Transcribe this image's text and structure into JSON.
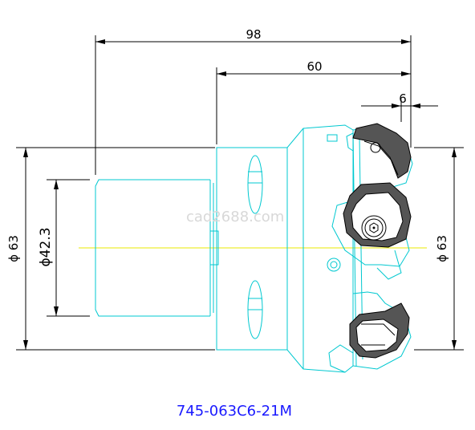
{
  "dimensions": {
    "overall_length": "98",
    "body_length": "60",
    "insert_offset": "6",
    "left_diameter": "ϕ  63",
    "shank_diameter": "ϕ42.3",
    "right_diameter": "ϕ  63"
  },
  "part_number": "745-063C6-21M",
  "watermark": "cad2688.com",
  "colors": {
    "outline": "#00c8d0",
    "dimension": "#000000",
    "centerline": "#e8e800",
    "label": "#1a1aff"
  }
}
